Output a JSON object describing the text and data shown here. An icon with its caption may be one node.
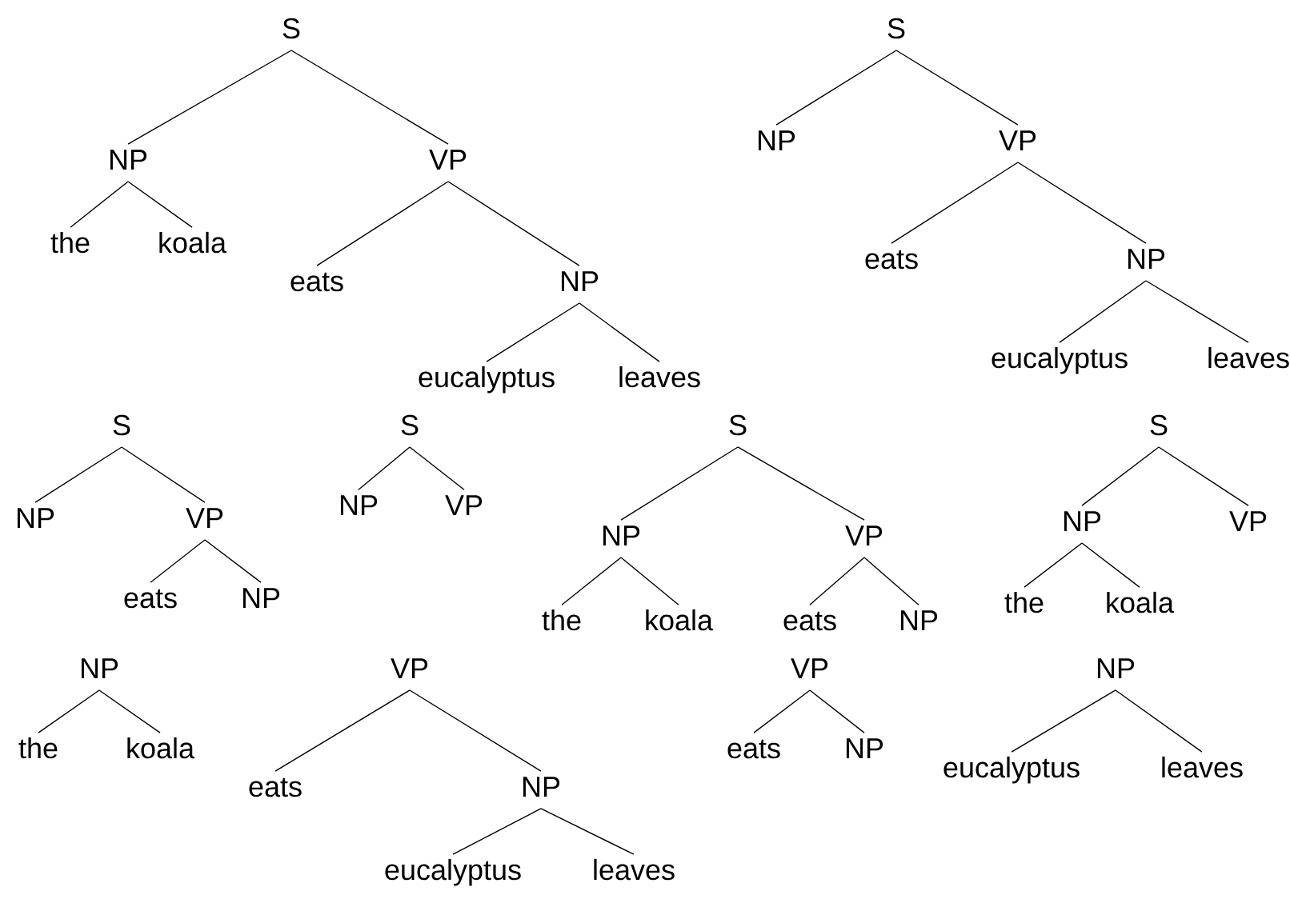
{
  "diagram": {
    "nodes": [
      {
        "text": [
          "S"
        ]
      },
      {
        "text": [
          "NP"
        ]
      },
      {
        "text": [
          "VP"
        ]
      },
      {
        "text": [
          "the"
        ]
      },
      {
        "text": [
          "koala"
        ]
      },
      {
        "text": [
          "eats"
        ]
      },
      {
        "text": [
          "NP"
        ]
      },
      {
        "text": [
          "eucalyptus"
        ]
      },
      {
        "text": [
          "leaves"
        ]
      },
      {
        "text": [
          "S"
        ]
      },
      {
        "text": [
          "NP"
        ]
      },
      {
        "text": [
          "VP"
        ]
      },
      {
        "text": [
          "eats"
        ]
      },
      {
        "text": [
          "NP"
        ]
      },
      {
        "text": [
          "eucalyptus"
        ]
      },
      {
        "text": [
          "leaves"
        ]
      },
      {
        "text": [
          "S"
        ]
      },
      {
        "text": [
          "NP"
        ]
      },
      {
        "text": [
          "VP"
        ]
      },
      {
        "text": [
          "eats"
        ]
      },
      {
        "text": [
          "NP"
        ]
      },
      {
        "text": [
          "S"
        ]
      },
      {
        "text": [
          "NP"
        ]
      },
      {
        "text": [
          "VP"
        ]
      },
      {
        "text": [
          "S"
        ]
      },
      {
        "text": [
          "NP"
        ]
      },
      {
        "text": [
          "VP"
        ]
      },
      {
        "text": [
          "the"
        ]
      },
      {
        "text": [
          "koala"
        ]
      },
      {
        "text": [
          "eats"
        ]
      },
      {
        "text": [
          "NP"
        ]
      },
      {
        "text": [
          "S"
        ]
      },
      {
        "text": [
          "NP"
        ]
      },
      {
        "text": [
          "VP"
        ]
      },
      {
        "text": [
          "the"
        ]
      },
      {
        "text": [
          "koala"
        ]
      },
      {
        "text": [
          "NP"
        ]
      },
      {
        "text": [
          "the"
        ]
      },
      {
        "text": [
          "koala"
        ]
      },
      {
        "text": [
          "VP"
        ]
      },
      {
        "text": [
          "eats"
        ]
      },
      {
        "text": [
          "NP"
        ]
      },
      {
        "text": [
          "eucalyptus"
        ]
      },
      {
        "text": [
          "leaves"
        ]
      },
      {
        "text": [
          "VP"
        ]
      },
      {
        "text": [
          "eats"
        ]
      },
      {
        "text": [
          "NP"
        ]
      },
      {
        "text": [
          "NP"
        ]
      },
      {
        "text": [
          "eucalyptus"
        ]
      },
      {
        "text": [
          "leaves"
        ]
      }
    ],
    "edges": [
      {
        "from": 0,
        "to": 1,
        "arrow": "none"
      },
      {
        "from": 0,
        "to": 2,
        "arrow": "none"
      },
      {
        "from": 1,
        "to": 3,
        "arrow": "none"
      },
      {
        "from": 1,
        "to": 4,
        "arrow": "none"
      },
      {
        "from": 2,
        "to": 5,
        "arrow": "none"
      },
      {
        "from": 2,
        "to": 6,
        "arrow": "none"
      },
      {
        "from": 6,
        "to": 7,
        "arrow": "none"
      },
      {
        "from": 6,
        "to": 8,
        "arrow": "none"
      },
      {
        "from": 9,
        "to": 10,
        "arrow": "none"
      },
      {
        "from": 9,
        "to": 11,
        "arrow": "none"
      },
      {
        "from": 11,
        "to": 12,
        "arrow": "none"
      },
      {
        "from": 11,
        "to": 13,
        "arrow": "none"
      },
      {
        "from": 13,
        "to": 14,
        "arrow": "none"
      },
      {
        "from": 13,
        "to": 15,
        "arrow": "none"
      },
      {
        "from": 16,
        "to": 17,
        "arrow": "none"
      },
      {
        "from": 16,
        "to": 18,
        "arrow": "none"
      },
      {
        "from": 18,
        "to": 19,
        "arrow": "none"
      },
      {
        "from": 18,
        "to": 20,
        "arrow": "none"
      },
      {
        "from": 21,
        "to": 22,
        "arrow": "none"
      },
      {
        "from": 21,
        "to": 23,
        "arrow": "none"
      },
      {
        "from": 24,
        "to": 25,
        "arrow": "none"
      },
      {
        "from": 24,
        "to": 26,
        "arrow": "none"
      },
      {
        "from": 25,
        "to": 27,
        "arrow": "none"
      },
      {
        "from": 25,
        "to": 28,
        "arrow": "none"
      },
      {
        "from": 26,
        "to": 29,
        "arrow": "none"
      },
      {
        "from": 26,
        "to": 30,
        "arrow": "none"
      },
      {
        "from": 31,
        "to": 32,
        "arrow": "none"
      },
      {
        "from": 31,
        "to": 33,
        "arrow": "none"
      },
      {
        "from": 32,
        "to": 34,
        "arrow": "none"
      },
      {
        "from": 32,
        "to": 35,
        "arrow": "none"
      },
      {
        "from": 36,
        "to": 37,
        "arrow": "none"
      },
      {
        "from": 36,
        "to": 38,
        "arrow": "none"
      },
      {
        "from": 39,
        "to": 40,
        "arrow": "none"
      },
      {
        "from": 39,
        "to": 41,
        "arrow": "none"
      },
      {
        "from": 41,
        "to": 42,
        "arrow": "none"
      },
      {
        "from": 41,
        "to": 43,
        "arrow": "none"
      },
      {
        "from": 44,
        "to": 45,
        "arrow": "none"
      },
      {
        "from": 44,
        "to": 46,
        "arrow": "none"
      },
      {
        "from": 47,
        "to": 48,
        "arrow": "none"
      },
      {
        "from": 47,
        "to": 49,
        "arrow": "none"
      }
    ]
  }
}
